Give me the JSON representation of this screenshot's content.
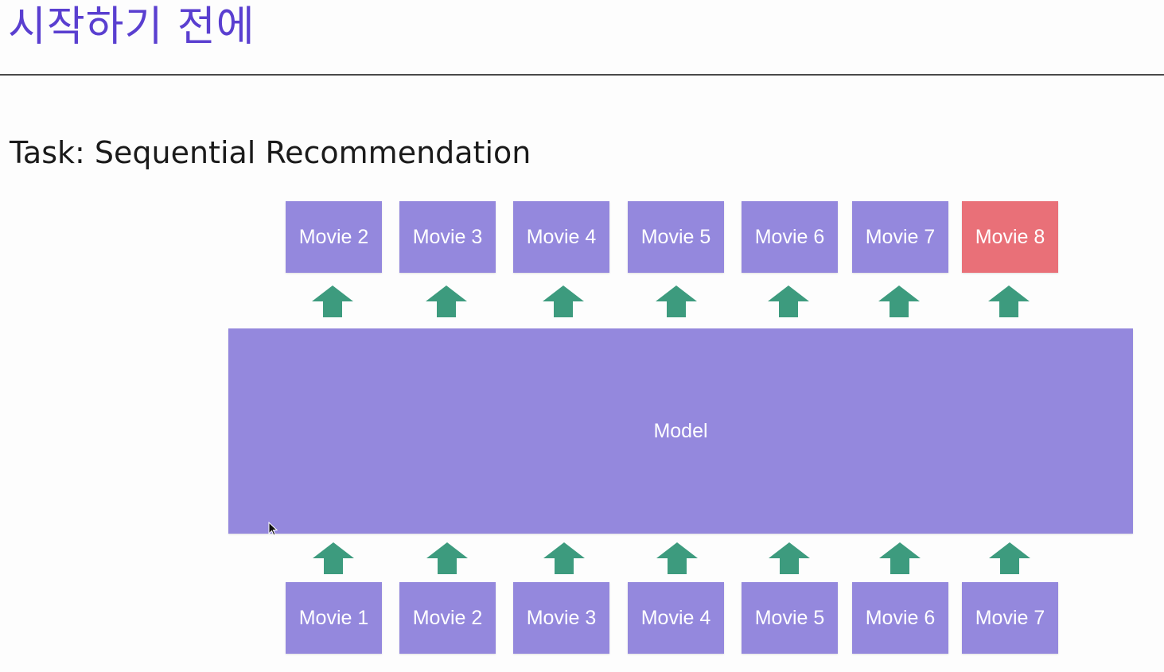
{
  "slide": {
    "title": "시작하기 전에",
    "subtitle": "Task: Sequential Recommendation"
  },
  "diagram": {
    "model_label": "Model",
    "outputs": [
      "Movie 2",
      "Movie 3",
      "Movie 4",
      "Movie 5",
      "Movie 6",
      "Movie 7",
      "Movie 8"
    ],
    "inputs": [
      "Movie 1",
      "Movie 2",
      "Movie 3",
      "Movie 4",
      "Movie 5",
      "Movie 6",
      "Movie 7"
    ],
    "highlighted_output": "Movie 8",
    "colors": {
      "title": "#5a3fd0",
      "box_fill": "#9488dd",
      "highlight_fill": "#e97078",
      "arrow_fill": "#3d9b7e",
      "text": "#ffffff"
    }
  }
}
